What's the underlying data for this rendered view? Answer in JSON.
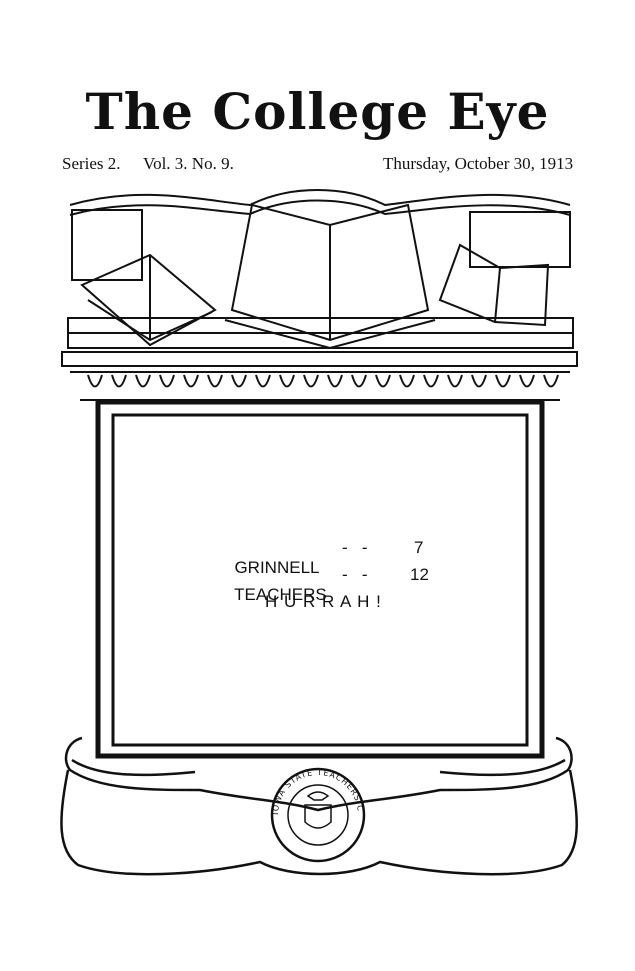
{
  "header": {
    "title": "The College Eye",
    "series": "Series 2.",
    "volume": "Vol. 3. No. 9.",
    "date": "Thursday, October 30, 1913"
  },
  "scores": [
    {
      "team": "GRINNELL",
      "dashes": "-   -",
      "score": "7"
    },
    {
      "team": "TEACHERS",
      "dashes": "-   -",
      "score": "12"
    }
  ],
  "cheer": "H U R R A H !",
  "seal": {
    "text": "IOWA STATE TEACHERS COLLEGE"
  }
}
